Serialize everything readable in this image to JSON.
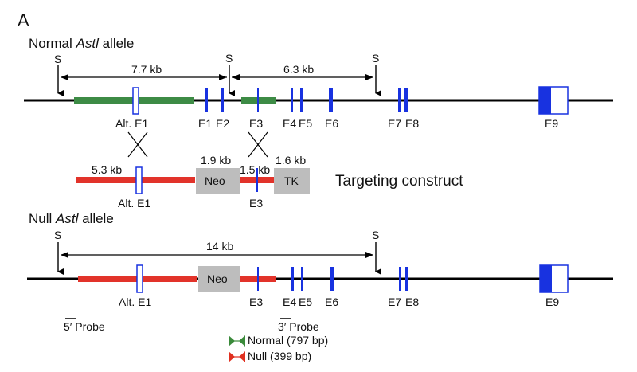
{
  "panel_label": "A",
  "normal_title": {
    "pre": "Normal ",
    "gene": "Astl",
    "post": " allele"
  },
  "null_title": {
    "pre": "Null ",
    "gene": "Astl",
    "post": " allele"
  },
  "site_label": "S",
  "normal_distances": {
    "left": "7.7 kb",
    "right": "6.3 kb"
  },
  "null_distance": "14 kb",
  "exons": {
    "alt_e1": "Alt. E1",
    "e1": "E1",
    "e2": "E2",
    "e3": "E3",
    "e4": "E4",
    "e5": "E5",
    "e6": "E6",
    "e7": "E7",
    "e8": "E8",
    "e9": "E9"
  },
  "construct": {
    "title": "Targeting construct",
    "arm_5": "5.3 kb",
    "neo_size": "1.9 kb",
    "arm_mid": "1.5 kb",
    "tk_size": "1.6 kb",
    "neo": "Neo",
    "tk": "TK"
  },
  "probes": {
    "five": "5′ Probe",
    "three": "3′ Probe"
  },
  "legend": [
    {
      "label": "Normal (797 bp)",
      "color": "#3a8a3a"
    },
    {
      "label": "Null (399 bp)",
      "color": "#e03020"
    }
  ],
  "colors": {
    "homology_normal": "#3d8b45",
    "homology_null": "#e2332a",
    "exon": "#1832e0",
    "cassette": "#bdbdbd",
    "line": "#000000"
  }
}
